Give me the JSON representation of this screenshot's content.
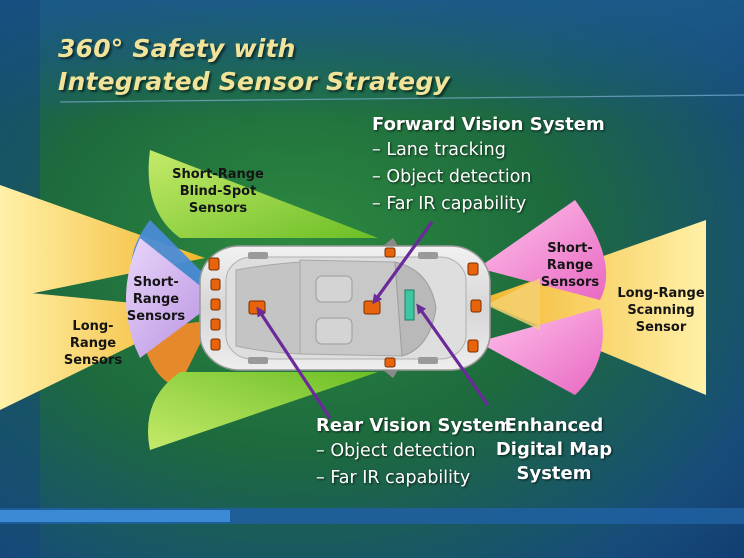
{
  "title": {
    "line1": "360° Safety with",
    "line2": "Integrated Sensor Strategy"
  },
  "sensors": {
    "short_range_blind_spot": [
      "Short-Range",
      "Blind-Spot",
      "Sensors"
    ],
    "short_range_left": [
      "Short-",
      "Range",
      "Sensors"
    ],
    "long_range_left": [
      "Long-",
      "Range",
      "Sensors"
    ],
    "short_range_right": [
      "Short-",
      "Range",
      "Sensors"
    ],
    "long_range_scanning": [
      "Long-Range",
      "Scanning",
      "Sensor"
    ]
  },
  "forward_vision": {
    "heading": "Forward Vision System",
    "items": [
      "– Lane tracking",
      "– Object detection",
      "– Far IR capability"
    ]
  },
  "rear_vision": {
    "heading": "Rear Vision System",
    "items": [
      "– Object detection",
      "– Far IR capability"
    ]
  },
  "digital_map": [
    "Enhanced",
    "Digital Map",
    "System"
  ],
  "colors": {
    "background_green": "#1f6b34",
    "background_blue": "#1a4f86",
    "title": "#f2e39a",
    "blind_spot_green": "#8fd43a",
    "long_range_yellow": "#f6cd3c",
    "short_range_purple": "#c8a0e6",
    "short_range_pink": "#f28bd0",
    "callout_arrow": "#6a2a9a",
    "sensor_orange": "#e8640c"
  }
}
